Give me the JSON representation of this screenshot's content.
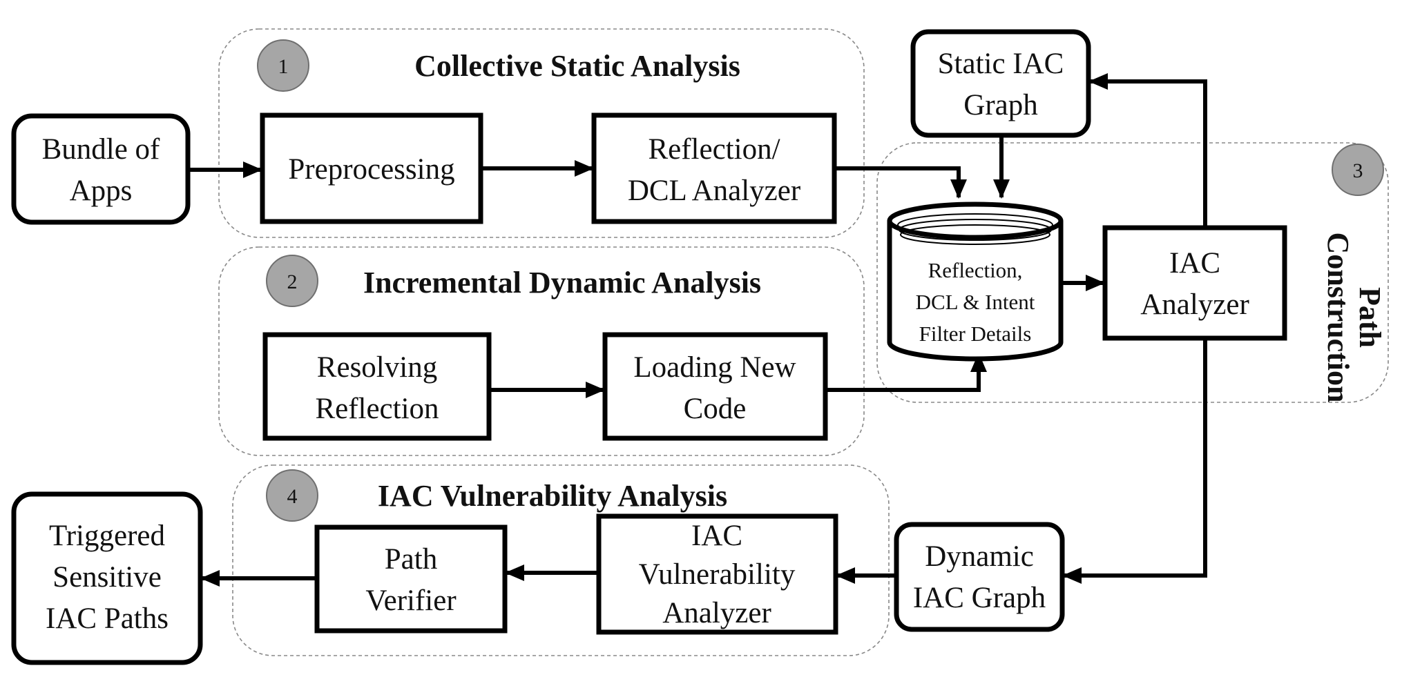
{
  "groups": {
    "static": {
      "badge": "1",
      "title": "Collective Static Analysis"
    },
    "dynamic": {
      "badge": "2",
      "title": "Incremental Dynamic Analysis"
    },
    "path": {
      "badge": "3",
      "title_lines": [
        "Path",
        "Construction"
      ]
    },
    "vuln": {
      "badge": "4",
      "title": "IAC Vulnerability Analysis"
    }
  },
  "nodes": {
    "bundle": [
      "Bundle of",
      "Apps"
    ],
    "preprocessing": [
      "Preprocessing"
    ],
    "reflection_dcl": [
      "Reflection/",
      "DCL Analyzer"
    ],
    "static_graph": [
      "Static IAC",
      "Graph"
    ],
    "database": [
      "Reflection,",
      "DCL & Intent",
      "Filter Details"
    ],
    "iac_analyzer": [
      "IAC",
      "Analyzer"
    ],
    "resolving": [
      "Resolving",
      "Reflection"
    ],
    "loading": [
      "Loading New",
      "Code"
    ],
    "dynamic_graph": [
      "Dynamic",
      "IAC Graph"
    ],
    "vuln_analyzer": [
      "IAC",
      "Vulnerability",
      "Analyzer"
    ],
    "path_verifier": [
      "Path",
      "Verifier"
    ],
    "triggered": [
      "Triggered",
      "Sensitive",
      "IAC Paths"
    ]
  }
}
